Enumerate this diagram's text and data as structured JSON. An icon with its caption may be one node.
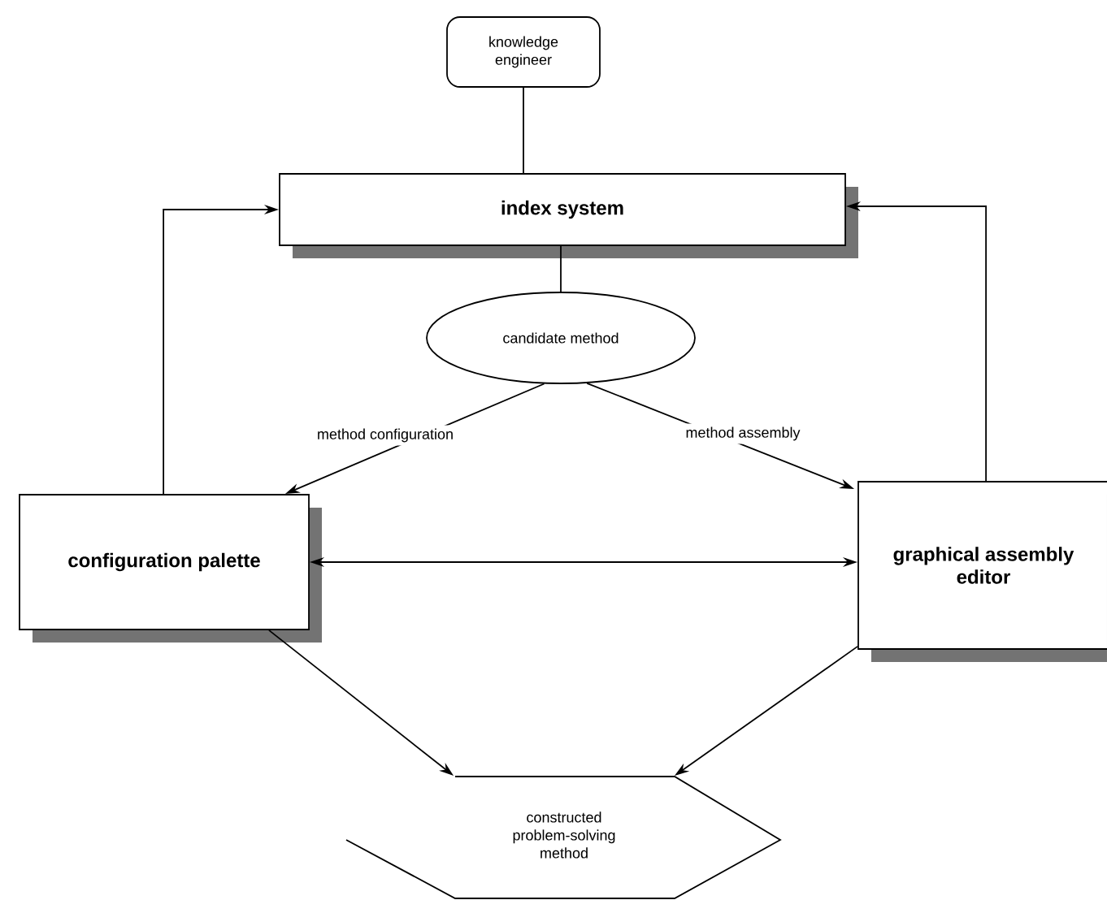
{
  "diagram": {
    "nodes": [
      {
        "text": [
          "knowledge engineer"
        ]
      },
      {
        "text": [
          "index system"
        ]
      },
      {
        "text": [
          "candidate method"
        ]
      },
      {
        "text": [
          "configuration palette"
        ]
      },
      {
        "text": [
          "graphical assembly editor"
        ]
      },
      {
        "text": [
          "constructed problem-solving method"
        ]
      }
    ],
    "edges": [
      {
        "from": 0,
        "to": 1,
        "arrow": "none"
      },
      {
        "from": 1,
        "to": 2,
        "arrow": "none"
      },
      {
        "from": 2,
        "to": 3,
        "arrow": "to",
        "label": "method configuration"
      },
      {
        "from": 2,
        "to": 4,
        "arrow": "to",
        "label": "method assembly"
      },
      {
        "from": 3,
        "to": 4,
        "arrow": "both"
      },
      {
        "from": 3,
        "to": 1,
        "arrow": "to"
      },
      {
        "from": 4,
        "to": 1,
        "arrow": "to"
      },
      {
        "from": 3,
        "to": 5,
        "arrow": "to"
      },
      {
        "from": 4,
        "to": 5,
        "arrow": "to"
      }
    ]
  }
}
